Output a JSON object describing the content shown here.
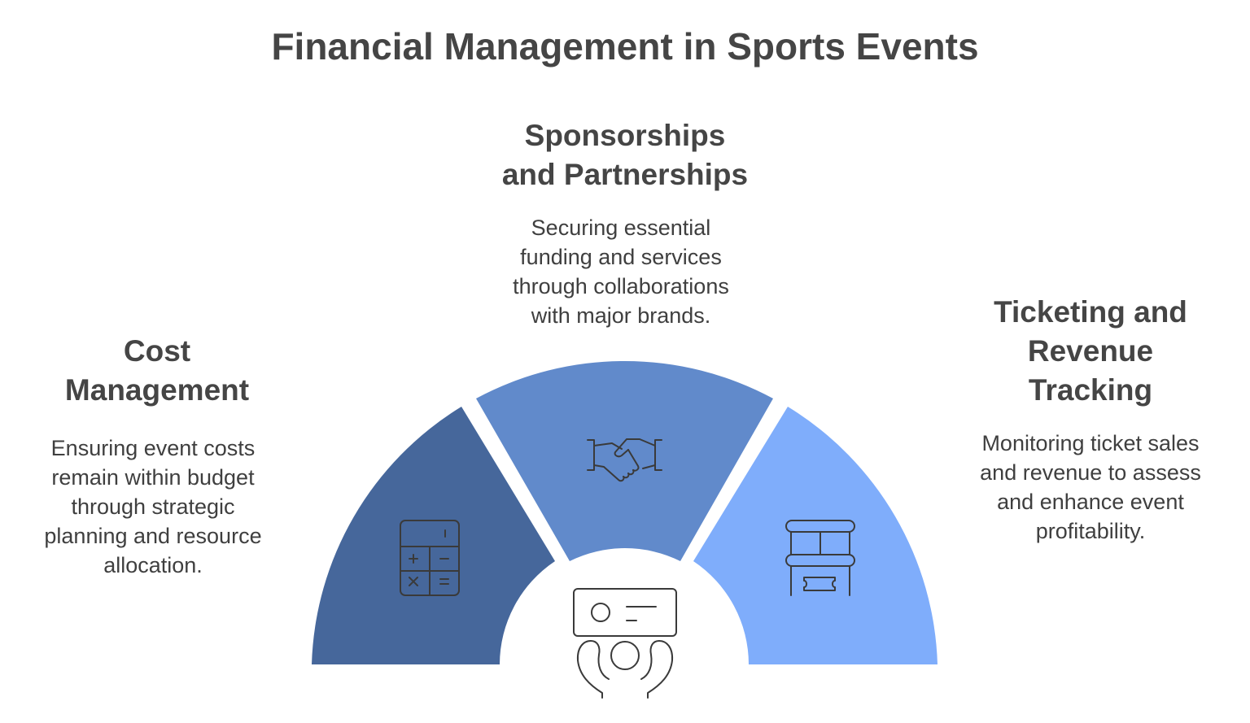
{
  "title": "Financial Management in Sports Events",
  "colors": {
    "cost_segment": "#46679b",
    "sponsor_segment": "#618acb",
    "ticket_segment": "#7fadfb",
    "text": "#3f3f3f",
    "heading": "#454545"
  },
  "segments": [
    {
      "id": "cost",
      "heading_lines": [
        "Cost",
        "Management"
      ],
      "description_lines": [
        "Ensuring event costs",
        "remain within budget",
        "through strategic",
        "planning and resource",
        "allocation."
      ],
      "icon": "calculator-icon"
    },
    {
      "id": "sponsor",
      "heading_lines": [
        "Sponsorships",
        "and Partnerships"
      ],
      "description_lines": [
        "Securing essential",
        "funding and services",
        "through collaborations",
        "with major brands."
      ],
      "icon": "handshake-icon"
    },
    {
      "id": "ticket",
      "heading_lines": [
        "Ticketing and",
        "Revenue",
        "Tracking"
      ],
      "description_lines": [
        "Monitoring ticket sales",
        "and revenue to assess",
        "and enhance event",
        "profitability."
      ],
      "icon": "ticket-booth-icon"
    }
  ],
  "center_icon": "financial-manager-icon"
}
